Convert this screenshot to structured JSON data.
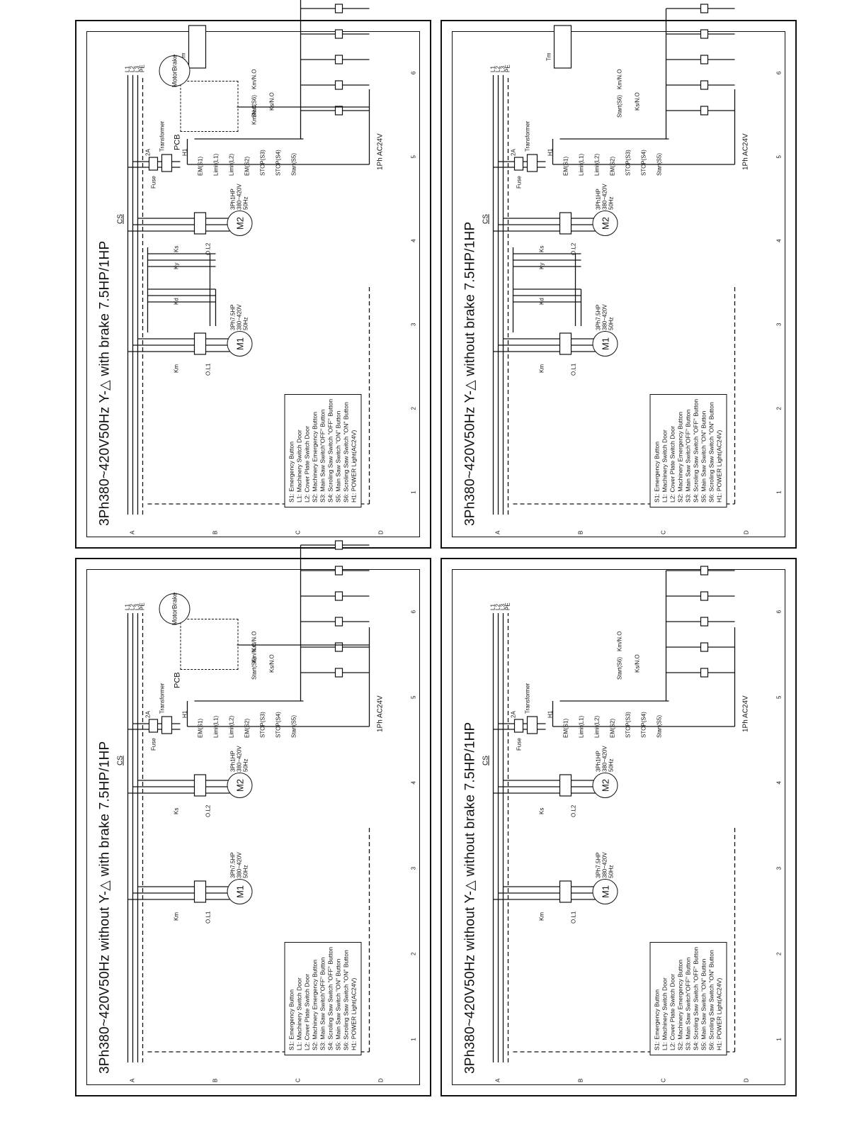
{
  "sheets": [
    {
      "id": "top-right",
      "title": "3Ph380~420V50Hz Y-△  without brake  7.5HP/1HP",
      "brake": false,
      "stardelta": true,
      "motor1": {
        "label": "M1",
        "spec": [
          "3Ph7.5HP",
          "380~420V",
          "50Hz"
        ]
      },
      "motor2": {
        "label": "M2",
        "spec": [
          "3Ph1HP",
          "380~420V",
          "50Hz"
        ]
      }
    },
    {
      "id": "bottom-right",
      "title": "3Ph380~420V50Hz without Y-△  without brake  7.5HP/1HP",
      "brake": false,
      "stardelta": false,
      "motor1": {
        "label": "M1",
        "spec": [
          "3Ph7.5HP",
          "380~420V",
          "50Hz"
        ]
      },
      "motor2": {
        "label": "M2",
        "spec": [
          "3Ph1HP",
          "380~420V",
          "50Hz"
        ]
      }
    },
    {
      "id": "top-left",
      "title": "3Ph380~420V50Hz  Y-△  with brake  7.5HP/1HP",
      "brake": true,
      "stardelta": true,
      "motor1": {
        "label": "M1",
        "spec": [
          "3Ph7.5HP",
          "380~420V",
          "50Hz"
        ]
      },
      "motor2": {
        "label": "M2",
        "spec": [
          "3Ph1HP",
          "380~420V",
          "50Hz"
        ]
      }
    },
    {
      "id": "bottom-left",
      "title": "3Ph380~420V50Hz  without Y-△  with brake  7.5HP/1HP",
      "brake": true,
      "stardelta": false,
      "motor1": {
        "label": "M1",
        "spec": [
          "3Ph7.5HP",
          "380~420V",
          "50Hz"
        ]
      },
      "motor2": {
        "label": "M2",
        "spec": [
          "3Ph1HP",
          "380~420V",
          "50Hz"
        ]
      }
    }
  ],
  "common": {
    "supply_lines": [
      "L1",
      "L2",
      "L3",
      "PE"
    ],
    "switch_label": "CS",
    "control_voltage": "1Ph AC24V",
    "fuse_label": "Fuse",
    "fuse_rating": "2A",
    "transformer_label": "Transformer",
    "power_light": "H1",
    "pcb_label": "PCB",
    "motor_brake": [
      "Motor",
      "Brake"
    ],
    "overload_labels": [
      "O.L1",
      "O.L2"
    ],
    "contactors": [
      "Km",
      "Kd",
      "Ky",
      "Ks",
      "Tm"
    ],
    "control_contacts": [
      "EM(S1)",
      "Limit(L1)",
      "Limit(L2)",
      "EM(S2)",
      "STOP(S3)",
      "STOP(S4)",
      "Start(S5)",
      "Start(S6)",
      "Km/N.O",
      "Ks/N.O",
      "Km/N.C"
    ],
    "legend": [
      "S1: Emergency Button",
      "L1: Machinery Switch Door",
      "L2: Cover Plate Switch Door",
      "S2: Machinery Emergency Button",
      "S3: Main Saw Switch\"OFF\" Button",
      "S4: Scroling Saw Switch \"OFF\" Button",
      "S5: Main Saw Switch \"ON\" Button",
      "S6: Scroling Saw Switch \"ON\" Button",
      "H1: POWER Light(AC24V)"
    ],
    "grid_letters": [
      "A",
      "B",
      "C",
      "D"
    ],
    "grid_numbers": [
      "1",
      "2",
      "3",
      "4",
      "5",
      "6"
    ]
  }
}
